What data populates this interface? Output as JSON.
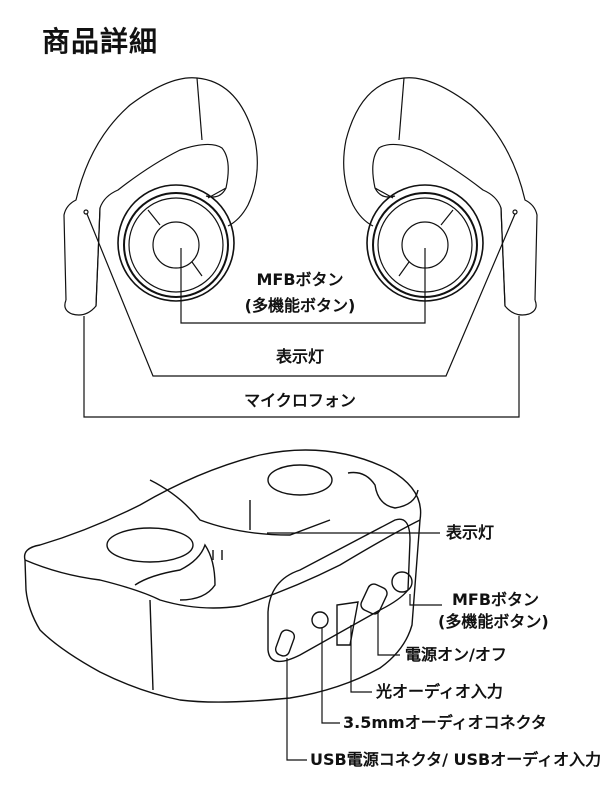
{
  "title": "商品詳細",
  "earbuds": {
    "mfb_label": "MFBボタン",
    "mfb_sub": "(多機能ボタン)",
    "indicator_label": "表示灯",
    "mic_label": "マイクロフォン"
  },
  "case": {
    "indicator_label": "表示灯",
    "mfb_label": "MFBボタン",
    "mfb_sub": "(多機能ボタン)",
    "power_label": "電源オン/オフ",
    "optical_label": "光オーディオ入力",
    "aux_label": "3.5mmオーディオコネクタ",
    "usb_label": "USB電源コネクタ/ USBオーディオ入力"
  }
}
